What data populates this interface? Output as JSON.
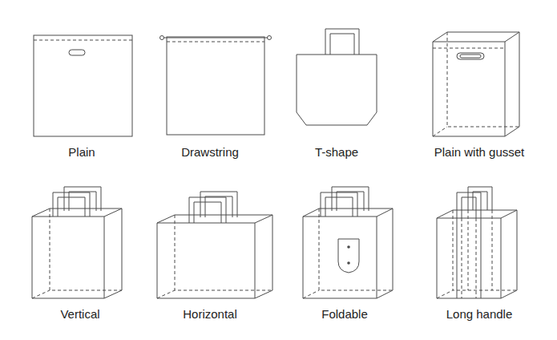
{
  "diagram": {
    "labels": [
      "Plain",
      "Drawstring",
      "T-shape",
      "Plain with gusset",
      "Vertical",
      "Horizontal",
      "Foldable",
      "Long handle"
    ]
  }
}
